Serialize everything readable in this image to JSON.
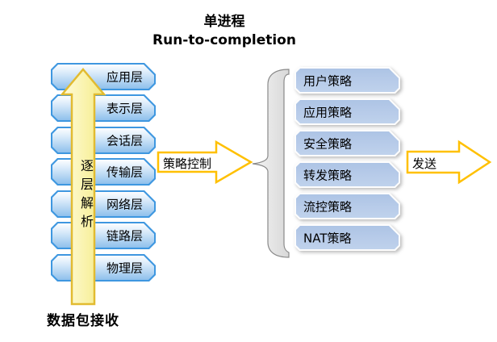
{
  "title": {
    "line1": "单进程",
    "line2": "Run-to-completion"
  },
  "left_stack": {
    "layers": [
      "应用层",
      "表示层",
      "会话层",
      "传输层",
      "网络层",
      "链路层",
      "物理层"
    ],
    "up_arrow_label": "逐层解析",
    "bottom_label": "数据包接收"
  },
  "policy_arrow": {
    "label": "策略控制"
  },
  "right_stack": {
    "policies": [
      "用户策略",
      "应用策略",
      "安全策略",
      "转发策略",
      "流控策略",
      "NAT策略"
    ]
  },
  "send_arrow": {
    "label": "发送"
  },
  "colors": {
    "layer_box_border": "#3e97e0",
    "layer_box_fill_top": "#fdfeff",
    "layer_box_fill_bottom": "#8fc0ec",
    "policy_box_fill": "#b7cbe9",
    "policy_box_border": "#fdfdfd",
    "block_arrow_outline": "#ffc000",
    "block_arrow_fill": "#ffffff",
    "up_arrow_fill": "#f9f096",
    "up_arrow_border": "#e2bb30",
    "brace_fill": "#e8e8e8",
    "brace_outline": "#8a8a8a",
    "text": "#000000",
    "background": "#ffffff"
  }
}
